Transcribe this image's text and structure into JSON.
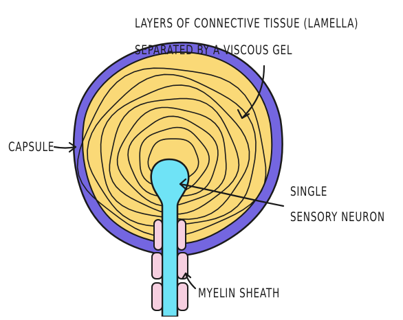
{
  "labels": {
    "lamella_line1": "LAYERS OF CONNECTIVE  TISSUE (LAMELLA)",
    "lamella_line2": "SEPARATED BY A VISCOUS GEL",
    "capsule": "CAPSULE",
    "neuron_line1": "SINGLE",
    "neuron_line2": "SENSORY NEURON",
    "myelin": "MYELIN SHEATH"
  },
  "colors": {
    "capsule": "#7466e0",
    "lamella": "#fad977",
    "neuron": "#6fe3f6",
    "myelin": "#f6cfe0",
    "ink": "#1a1a1a"
  },
  "ring_count": 8
}
